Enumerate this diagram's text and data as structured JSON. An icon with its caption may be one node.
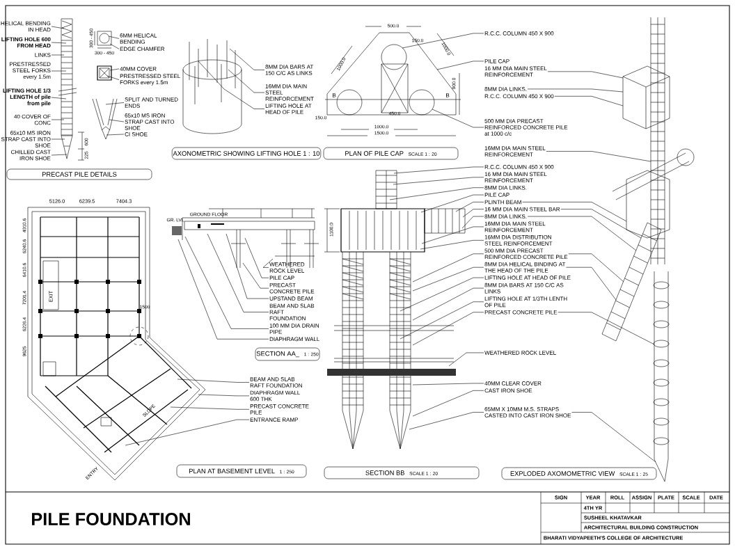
{
  "diagram": {
    "title": "PILE FOUNDATION",
    "nodes": [
      {
        "text": [
          "HELICAL BENDING IN HEAD"
        ]
      },
      {
        "text": [
          "LIFTING HOLE 600 FROM HEAD"
        ]
      },
      {
        "text": [
          "LINKS"
        ]
      },
      {
        "text": [
          "PRESTRESSED STEEL FORKS every 1.5m"
        ]
      },
      {
        "text": [
          "LIFTING HOLE 1/3 LENGTH of pile from pile"
        ]
      },
      {
        "text": [
          "40 COVER OF CONC"
        ]
      },
      {
        "text": [
          "65x10 MS IRON STRAP CAST INTO SHOE"
        ]
      },
      {
        "text": [
          "CHILLED CAST IRON SHOE"
        ]
      },
      {
        "text": [
          "6MM HELICAL BENDING"
        ]
      },
      {
        "text": [
          "EDGE CHAMFER"
        ]
      },
      {
        "text": [
          "40MM COVER"
        ]
      },
      {
        "text": [
          "PRESTRESSED STEEL FORKS every 1.5m"
        ]
      },
      {
        "text": [
          "SPLIT AND TURNED ENDS"
        ]
      },
      {
        "text": [
          "65x10 MS IRON STRAP CAST INTO SHOE"
        ]
      },
      {
        "text": [
          "CI SHOE"
        ]
      },
      {
        "text": [
          "PRECAST PILE DETAILS"
        ]
      },
      {
        "text": [
          "8MM DIA BARS AT 150 C/C AS LINKS"
        ]
      },
      {
        "text": [
          "16MM DIA MAIN STEEL REINFORCEMENT"
        ]
      },
      {
        "text": [
          "LIFTING HOLE AT HEAD OF PILE"
        ]
      },
      {
        "text": [
          "AXONOMETRIC SHOWING LIFTING HOLE 1 : 10"
        ]
      },
      {
        "text": [
          "PLAN OF PILE CAP",
          "SCALE 1 : 20"
        ]
      },
      {
        "text": [
          "R.C.C. COLUMN 450 X 900"
        ]
      },
      {
        "text": [
          "PILE CAP"
        ]
      },
      {
        "text": [
          "16 MM DIA MAIN STEEL REINFORCEMENT"
        ]
      },
      {
        "text": [
          "8MM DIA LINKS."
        ]
      },
      {
        "text": [
          "R.C.C. COLUMN 450 X 900"
        ]
      },
      {
        "text": [
          "500 MM DIA PRECAST REINFORCED CONCRETE PILE at 1000 c/c"
        ]
      },
      {
        "text": [
          "16MM DIA MAIN STEEL REINFORCEMENT"
        ]
      },
      {
        "text": [
          "R.C.C. COLUMN 450 X 900"
        ]
      },
      {
        "text": [
          "16 MM DIA MAIN STEEL REINFORCEMENT"
        ]
      },
      {
        "text": [
          "8MM DIA LINKS."
        ]
      },
      {
        "text": [
          "PILE CAP"
        ]
      },
      {
        "text": [
          "PLINTH BEAM"
        ]
      },
      {
        "text": [
          "16 MM DIA MAIN STEEL BAR"
        ]
      },
      {
        "text": [
          "8MM DIA LINKS."
        ]
      },
      {
        "text": [
          "16MM DIA MAIN STEEL REINFORCEMENT"
        ]
      },
      {
        "text": [
          "16MM DIA DISTRIBUTION STEEL REINFORCEMENT"
        ]
      },
      {
        "text": [
          "500 MM DIA PRECAST REINFORCED CONCRETE PILE"
        ]
      },
      {
        "text": [
          "8MM DIA HELICAL BINDING AT THE HEAD OF THE PILE"
        ]
      },
      {
        "text": [
          "LIFTING HOLE AT HEAD OF PILE"
        ]
      },
      {
        "text": [
          "8MM DIA BARS AT 150 C/C AS LINKS"
        ]
      },
      {
        "text": [
          "LIFTING HOLE AT 1/3TH LENTH OF PILE"
        ]
      },
      {
        "text": [
          "PRECAST CONCRETE PILE"
        ]
      },
      {
        "text": [
          "WEATHERED ROCK LEVEL"
        ]
      },
      {
        "text": [
          "40MM CLEAR COVER"
        ]
      },
      {
        "text": [
          "CAST IRON SHOE"
        ]
      },
      {
        "text": [
          "65MM X 10MM M.S. STRAPS CASTED INTO CAST IRON SHOE"
        ]
      },
      {
        "text": [
          "SECTION BB",
          "SCALE 1 : 20"
        ]
      },
      {
        "text": [
          "EXPLODED AXOMOMETRIC VIEW",
          "SCALE 1 : 25"
        ]
      },
      {
        "text": [
          "WEATHERED ROCK LEVEL"
        ]
      },
      {
        "text": [
          "PILE CAP"
        ]
      },
      {
        "text": [
          "PRECAST CONCRETE PILE"
        ]
      },
      {
        "text": [
          "UPSTAND BEAM"
        ]
      },
      {
        "text": [
          "BEAM AND SLAB RAFT FOUNDATION"
        ]
      },
      {
        "text": [
          "100 MM DIA DRAIN PIPE"
        ]
      },
      {
        "text": [
          "DIAPHRAGM WALL"
        ]
      },
      {
        "text": [
          "SECTION AA_",
          "1 : 250"
        ]
      },
      {
        "text": [
          "BEAM AND SLAB RAFT FOUNDATION"
        ]
      },
      {
        "text": [
          "DIAPHRAGM WALL 600 THK"
        ]
      },
      {
        "text": [
          "PRECAST CONCRETE PILE"
        ]
      },
      {
        "text": [
          "ENTRANCE RAMP"
        ]
      },
      {
        "text": [
          "PLAN AT BASEMENT LEVEL",
          "1 : 250"
        ]
      },
      {
        "text": [],
        "shape": "picture"
      },
      {
        "text": [],
        "shape": "picture"
      },
      {
        "text": [],
        "shape": "picture"
      },
      {
        "text": [],
        "shape": "picture"
      },
      {
        "text": [],
        "shape": "picture"
      },
      {
        "text": [],
        "shape": "picture"
      },
      {
        "text": [],
        "shape": "picture"
      },
      {
        "text": [],
        "shape": "picture"
      }
    ],
    "edges": [
      {
        "from": 0,
        "to": 62,
        "arrow": "none"
      },
      {
        "from": 1,
        "to": 62,
        "arrow": "none"
      },
      {
        "from": 2,
        "to": 62,
        "arrow": "none"
      },
      {
        "from": 3,
        "to": 62,
        "arrow": "none"
      },
      {
        "from": 4,
        "to": 62,
        "arrow": "none"
      },
      {
        "from": 5,
        "to": 62,
        "arrow": "none"
      },
      {
        "from": 6,
        "to": 62,
        "arrow": "none"
      },
      {
        "from": 7,
        "to": 62,
        "arrow": "none"
      },
      {
        "from": 8,
        "to": 63,
        "arrow": "none"
      },
      {
        "from": 9,
        "to": 63,
        "arrow": "none"
      },
      {
        "from": 10,
        "to": 63,
        "arrow": "none"
      },
      {
        "from": 11,
        "to": 63,
        "arrow": "none"
      },
      {
        "from": 12,
        "to": 63,
        "arrow": "none"
      },
      {
        "from": 13,
        "to": 63,
        "arrow": "none"
      },
      {
        "from": 14,
        "to": 63,
        "arrow": "none"
      },
      {
        "from": 16,
        "to": 64,
        "arrow": "none"
      },
      {
        "from": 17,
        "to": 64,
        "arrow": "none"
      },
      {
        "from": 18,
        "to": 64,
        "arrow": "none"
      },
      {
        "from": 21,
        "to": 65,
        "arrow": "none"
      },
      {
        "from": 22,
        "to": 65,
        "arrow": "none"
      },
      {
        "from": 23,
        "to": 67,
        "arrow": "none"
      },
      {
        "from": 24,
        "to": 67,
        "arrow": "none"
      },
      {
        "from": 25,
        "to": 67,
        "arrow": "none"
      },
      {
        "from": 26,
        "to": 65,
        "arrow": "none"
      },
      {
        "from": 27,
        "to": 67,
        "arrow": "none"
      },
      {
        "from": 28,
        "to": 66,
        "arrow": "none"
      },
      {
        "from": 29,
        "to": 66,
        "arrow": "none"
      },
      {
        "from": 30,
        "to": 66,
        "arrow": "none"
      },
      {
        "from": 31,
        "to": 66,
        "arrow": "none"
      },
      {
        "from": 32,
        "to": 66,
        "arrow": "none"
      },
      {
        "from": 32,
        "to": 67,
        "arrow": "none"
      },
      {
        "from": 33,
        "to": 66,
        "arrow": "none"
      },
      {
        "from": 33,
        "to": 67,
        "arrow": "none"
      },
      {
        "from": 34,
        "to": 66,
        "arrow": "none"
      },
      {
        "from": 34,
        "to": 67,
        "arrow": "none"
      },
      {
        "from": 35,
        "to": 66,
        "arrow": "none"
      },
      {
        "from": 36,
        "to": 66,
        "arrow": "none"
      },
      {
        "from": 37,
        "to": 66,
        "arrow": "none"
      },
      {
        "from": 37,
        "to": 67,
        "arrow": "none"
      },
      {
        "from": 38,
        "to": 66,
        "arrow": "none"
      },
      {
        "from": 38,
        "to": 67,
        "arrow": "none"
      },
      {
        "from": 39,
        "to": 66,
        "arrow": "none"
      },
      {
        "from": 40,
        "to": 66,
        "arrow": "none"
      },
      {
        "from": 41,
        "to": 66,
        "arrow": "none"
      },
      {
        "from": 42,
        "to": 66,
        "arrow": "none"
      },
      {
        "from": 42,
        "to": 67,
        "arrow": "none"
      },
      {
        "from": 43,
        "to": 66,
        "arrow": "none"
      },
      {
        "from": 44,
        "to": 66,
        "arrow": "none"
      },
      {
        "from": 45,
        "to": 66,
        "arrow": "none"
      },
      {
        "from": 46,
        "to": 66,
        "arrow": "none"
      },
      {
        "from": 46,
        "to": 67,
        "arrow": "none"
      },
      {
        "from": 49,
        "to": 68,
        "arrow": "none"
      },
      {
        "from": 50,
        "to": 68,
        "arrow": "none"
      },
      {
        "from": 51,
        "to": 68,
        "arrow": "none"
      },
      {
        "from": 52,
        "to": 68,
        "arrow": "none"
      },
      {
        "from": 53,
        "to": 68,
        "arrow": "none"
      },
      {
        "from": 54,
        "to": 68,
        "arrow": "none"
      },
      {
        "from": 55,
        "to": 68,
        "arrow": "none"
      },
      {
        "from": 57,
        "to": 69,
        "arrow": "none"
      },
      {
        "from": 58,
        "to": 69,
        "arrow": "none"
      },
      {
        "from": 59,
        "to": 69,
        "arrow": "none"
      },
      {
        "from": 60,
        "to": 69,
        "arrow": "none"
      }
    ],
    "labels": [
      "300 - 450",
      "300 - 450",
      "600",
      "225",
      "500.0",
      "150.0",
      "1000.0",
      "1000.0",
      "900.0",
      "B",
      "B",
      "450.0",
      "150.0",
      "1000.0",
      "1500.0",
      "1100.0",
      "GROUND FLOOR",
      "GR. LVL",
      "5126.0",
      "6239.5",
      "7404.3",
      "4010.6",
      "6240.6",
      "6410.6",
      "7201.4",
      "6226.4",
      "9625",
      "1500",
      "EXIT",
      "SLOPE",
      "ENTRY",
      "SIGN",
      "YEAR",
      "ROLL",
      "ASSIGN",
      "PLATE",
      "SCALE",
      "DATE",
      "4TH YR",
      "SUSHEEL KHATAVKAR",
      "ARCHITECTURAL BUILDING CONSTRUCTION",
      "BHARATI VIDYAPEETH'S COLLEGE OF ARCHITECTURE"
    ]
  }
}
